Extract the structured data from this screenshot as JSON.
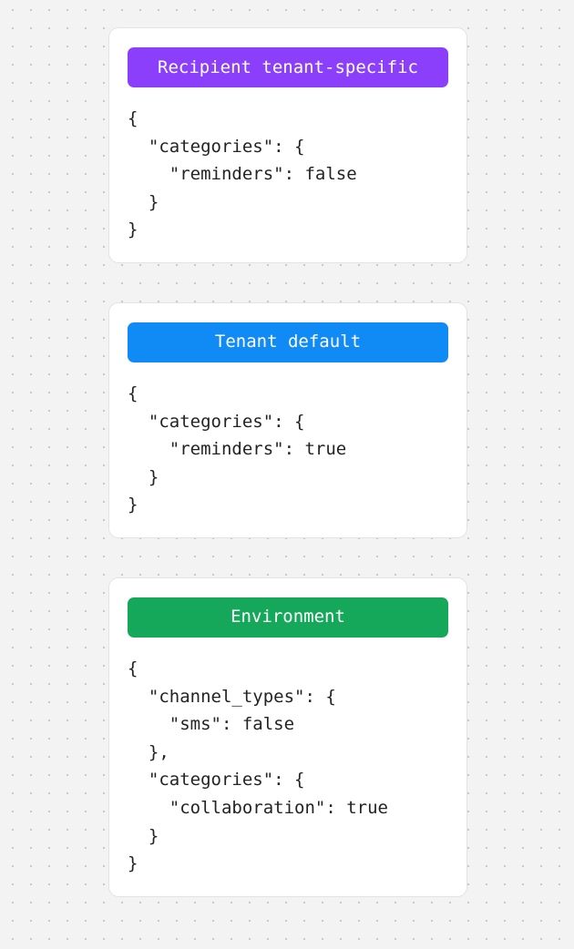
{
  "page": {
    "background_color": "#f3f3f3",
    "dot_color": "#c9c9c9",
    "card_background": "#ffffff",
    "card_border_color": "#e3e3e3",
    "code_text_color": "#232323"
  },
  "cards": [
    {
      "id": "recipient-tenant-specific",
      "header_label": "Recipient tenant-specific",
      "header_color": "#8b3ffb",
      "header_text_color": "#ffffff",
      "code": "{\n  \"categories\": {\n    \"reminders\": false\n  }\n}"
    },
    {
      "id": "tenant-default",
      "header_label": "Tenant default",
      "header_color": "#108bf5",
      "header_text_color": "#ffffff",
      "code": "{\n  \"categories\": {\n    \"reminders\": true\n  }\n}"
    },
    {
      "id": "environment",
      "header_label": "Environment",
      "header_color": "#16a85a",
      "header_text_color": "#ffffff",
      "code": "{\n  \"channel_types\": {\n    \"sms\": false\n  },\n  \"categories\": {\n    \"collaboration\": true\n  }\n}"
    }
  ]
}
